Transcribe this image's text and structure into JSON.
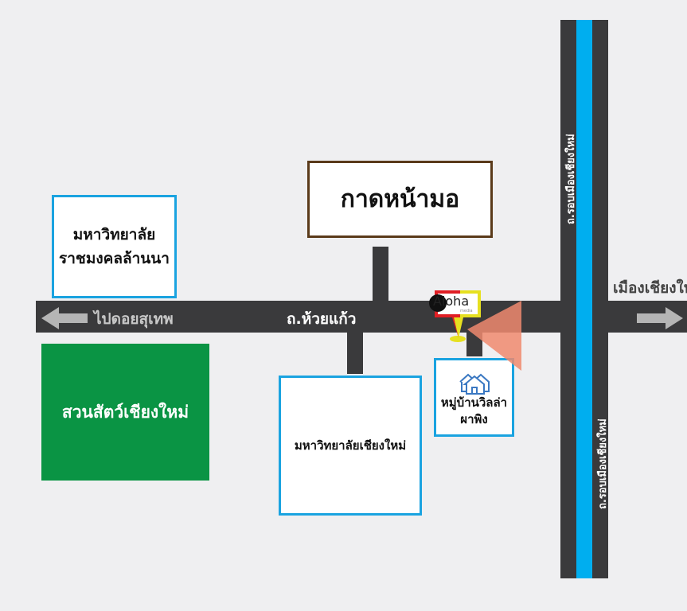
{
  "roads": {
    "main_road": "ถ.ห้วยแก้ว",
    "ring_road_upper": "ถ.รอบเมืองเชียงใหม่",
    "ring_road_lower": "ถ.รอบเมืองเชียงใหม่",
    "to_doi_suthep": "ไปดอยสุเทพ",
    "to_city": "เมืองเชียงใหม่"
  },
  "places": {
    "rajamangala": [
      "มหาวิทยาลัย",
      "ราชมงคลล้านนา"
    ],
    "kad_na_mor": "กาดหน้ามอ",
    "zoo": "สวนสัตว์เชียงใหม่",
    "cmu": "มหาวิทยาลัยเชียงใหม่",
    "village": [
      "หมู่บ้านวิลล่า",
      "ผาพิง"
    ]
  },
  "marker": {
    "brand": "Aloha",
    "sub": "media"
  },
  "colors": {
    "road": "#3a3a3c",
    "river": "#00aeef",
    "zoo": "#0a9444",
    "box_border": "#1aa3e0",
    "kad_border": "#5a3a1a",
    "view_cone": "#f08a6e"
  }
}
